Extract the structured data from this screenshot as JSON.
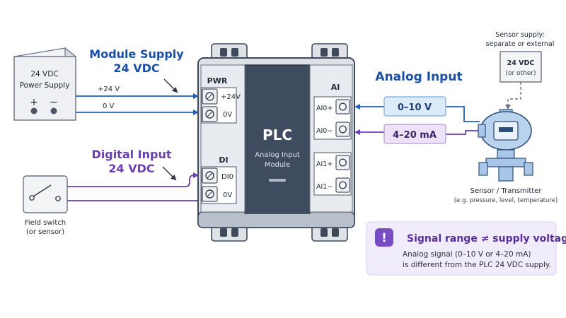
{
  "colors": {
    "supply_blue": "#1f5fbf",
    "digital_purple": "#6a3fb0",
    "module_fill": "#e2e6ec",
    "module_dark": "#3e4a5c",
    "label_blue_bg": "#dcebfa",
    "label_purple_bg": "#ece3f8",
    "note_bg": "#f1ecfb"
  },
  "power_supply": {
    "title_line1": "24 VDC",
    "title_line2": "Power Supply",
    "plus": "+",
    "minus": "−",
    "wire_pos_label": "+24 V",
    "wire_neg_label": "0 V"
  },
  "module_supply": {
    "title_line1": "Module Supply",
    "title_line2": "24 VDC"
  },
  "digital_input": {
    "title_line1": "Digital Input",
    "title_line2": "24 VDC"
  },
  "field_switch": {
    "label_line1": "Field switch",
    "label_line2": "(or sensor)"
  },
  "plc": {
    "pwr_header": "PWR",
    "pwr_terminals": [
      "+24V",
      "0V"
    ],
    "di_header": "DI",
    "di_terminals": [
      "DI0",
      "0V"
    ],
    "title": "PLC",
    "subtitle_line1": "Analog Input",
    "subtitle_line2": "Module",
    "ai_header": "AI",
    "ai_terminals": [
      "AI0+",
      "AI0−",
      "AI1+",
      "AI1−"
    ]
  },
  "analog_input": {
    "title": "Analog Input",
    "voltage_label": "0–10 V",
    "current_label": "4–20 mA"
  },
  "sensor_supply": {
    "caption_line1": "Sensor supply:",
    "caption_line2": "separate or external",
    "box_line1": "24 VDC",
    "box_line2": "(or other)"
  },
  "sensor": {
    "label_line1": "Sensor / Transmitter",
    "label_line2": "(e.g. pressure, level, temperature)"
  },
  "note": {
    "icon": "exclamation-icon",
    "title": "Signal range ≠ supply voltage",
    "body_line1": "Analog signal (0–10 V or 4–20 mA)",
    "body_line2": "is different from the PLC 24 VDC supply."
  }
}
